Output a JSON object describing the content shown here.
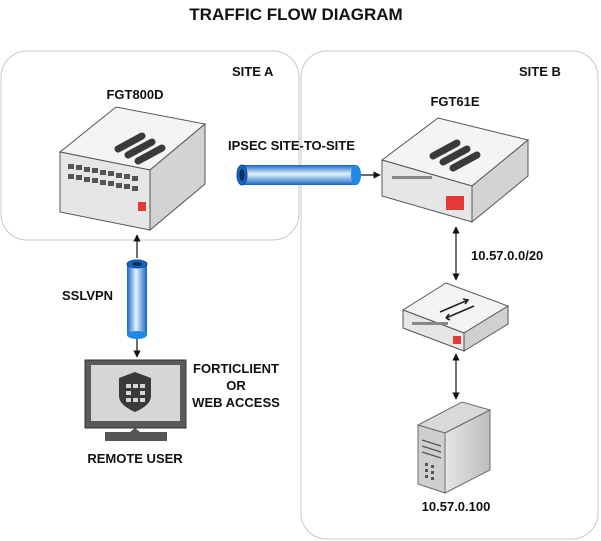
{
  "title": "TRAFFIC FLOW DIAGRAM",
  "site_a": {
    "label": "SITE A",
    "device_label": "FGT800D"
  },
  "site_b": {
    "label": "SITE B",
    "device_label": "FGT61E",
    "subnet_label": "10.57.0.0/20",
    "server_ip_label": "10.57.0.100"
  },
  "ipsec_label": "IPSEC SITE-TO-SITE",
  "sslvpn_label": "SSLVPN",
  "client_access": {
    "line1": "FORTICLIENT",
    "line2": "OR",
    "line3": "WEB ACCESS"
  },
  "remote_user_label": "REMOTE USER",
  "colors": {
    "tunnel_blue": "#1e88e5",
    "tunnel_light": "#bfe3ff",
    "device_body": "#f1f1f1",
    "accent_red": "#e53935",
    "site_border": "#c8c8c8"
  },
  "icons": [
    "fortigate-appliance-icon",
    "switch-icon",
    "server-tower-icon",
    "monitor-shield-icon"
  ]
}
